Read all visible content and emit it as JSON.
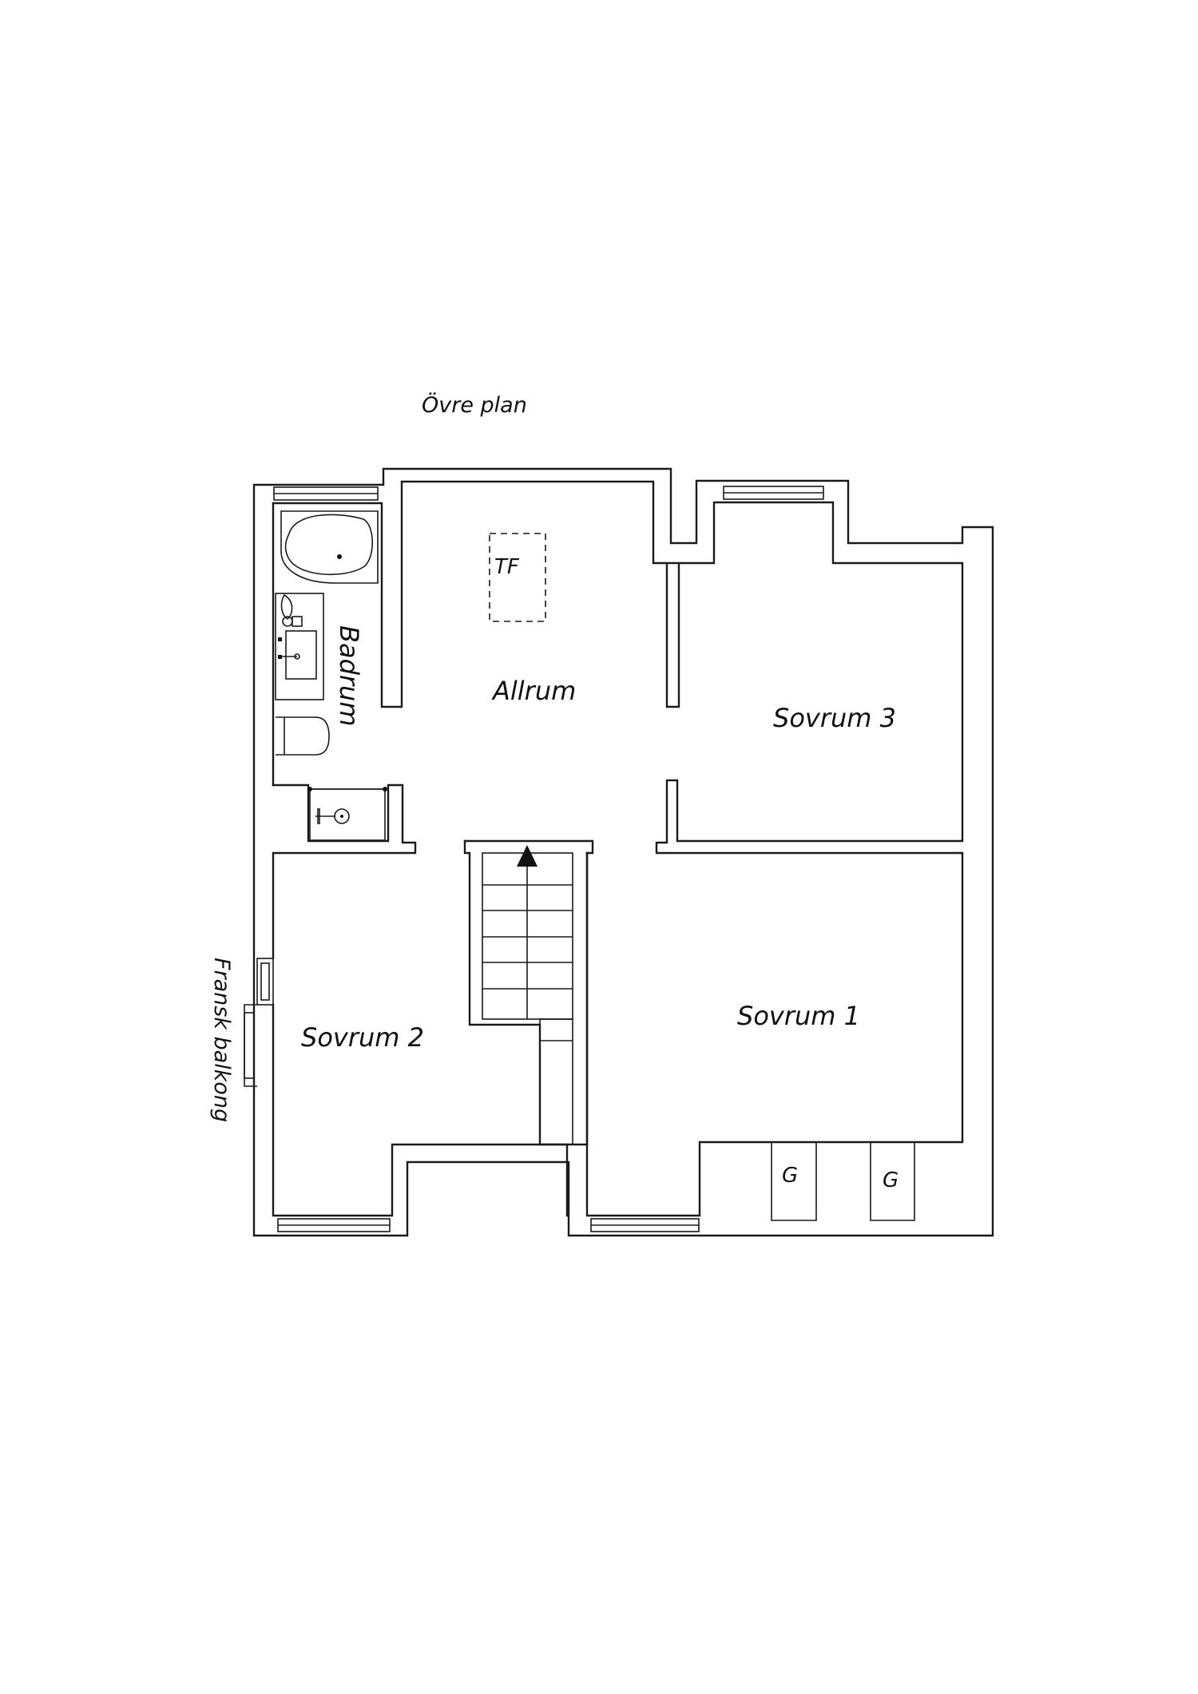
{
  "title": "Övre plan",
  "rooms": {
    "allrum": "Allrum",
    "badrum": "Badrum",
    "sovrum1": "Sovrum 1",
    "sovrum2": "Sovrum 2",
    "sovrum3": "Sovrum 3"
  },
  "labels": {
    "balcony": "Fransk balkong",
    "attic_hatch": "TF",
    "closet_left": "G",
    "closet_right": "G"
  },
  "icons": {
    "stair_arrow": "arrow-up-icon",
    "bathtub": "bathtub-icon",
    "sink": "sink-icon",
    "toilet": "toilet-icon",
    "shower": "shower-icon"
  },
  "colors": {
    "line": "#1a1a1a",
    "background": "#ffffff"
  }
}
